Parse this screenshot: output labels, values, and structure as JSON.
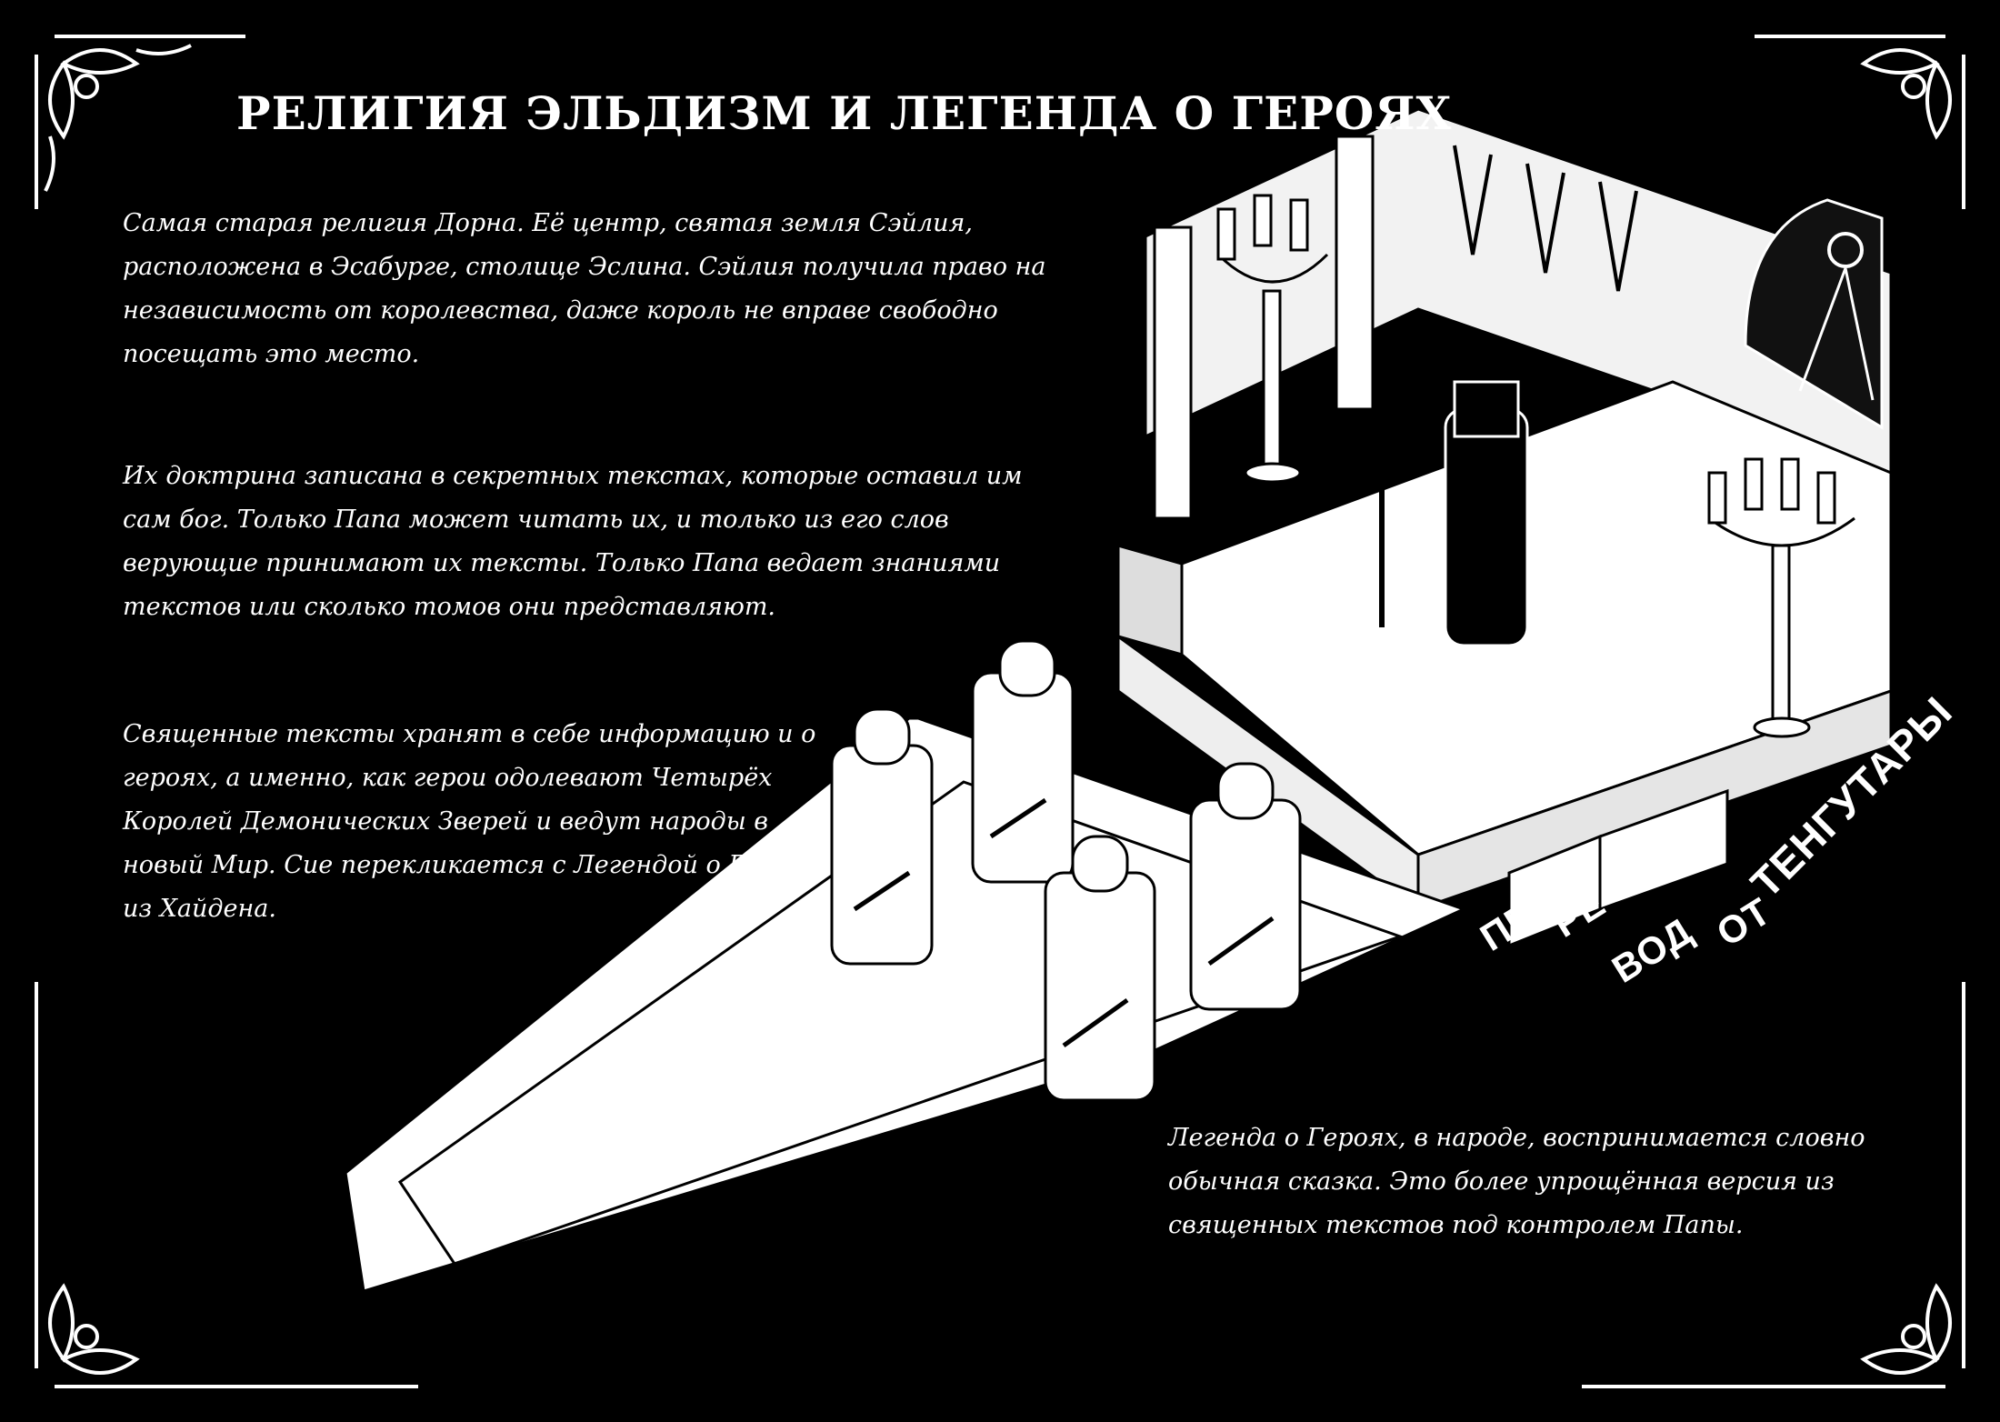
{
  "title": "РЕЛИГИЯ ЭЛЬДИЗМ И ЛЕГЕНДА О ГЕРОЯХ",
  "paragraphs": {
    "p1": "Самая старая религия Дорна. Её центр, святая земля Сэйлия, расположена в Эсабурге, столице Эслина. Сэйлия получила право на независимость от королевства, даже король не вправе свободно посещать это место.",
    "p2": "Их доктрина записана в секретных текстах, которые оставил им сам бог. Только Папа может читать их, и только из его слов верующие принимают их тексты. Только Папа ведает знаниями текстов или сколько томов они представляют.",
    "p3": "Священные тексты хранят в себе информацию и о героях, а именно, как герои одолевают Четырёх Королей Демонических Зверей и ведут народы в новый Мир. Сие перекликается с Легендой о Героях из Хайдена.",
    "p4": "Легенда о Героях, в народе, воспринимается словно обычная сказка. Это более упрощённая версия из священных текстов под контролем Папы."
  },
  "credit": {
    "part1": "ПЕ",
    "part2": "РЕ",
    "part3": "ВОД",
    "part4": "ОТ",
    "part5": "ТЕНГУТАРЫ"
  }
}
